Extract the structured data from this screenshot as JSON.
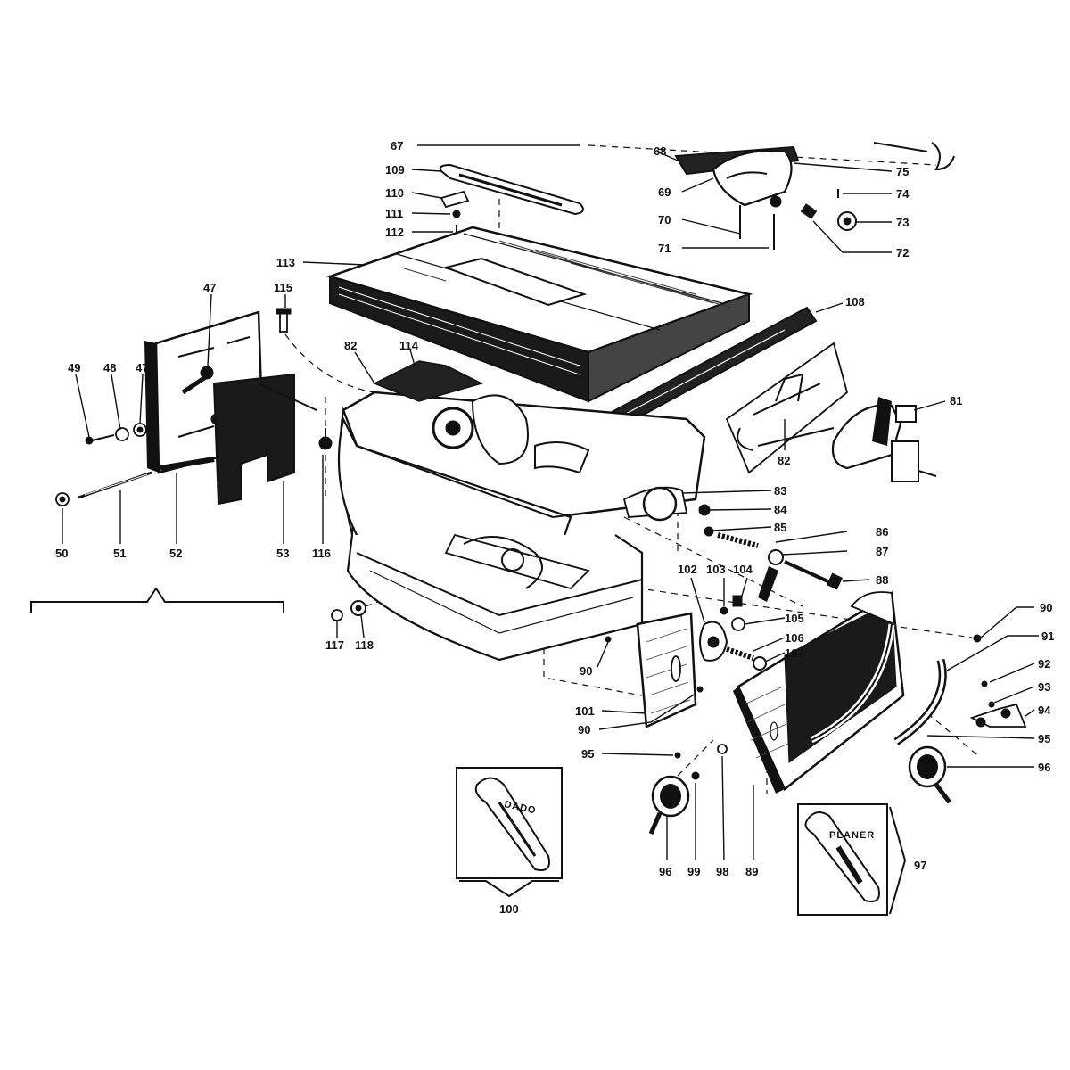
{
  "labels": {
    "l67": "67",
    "l68": "68",
    "l75": "75",
    "l109": "109",
    "l69": "69",
    "l74": "74",
    "l110": "110",
    "l111": "111",
    "l70": "70",
    "l73": "73",
    "l112": "112",
    "l71": "71",
    "l72": "72",
    "l113": "113",
    "l108": "108",
    "l115": "115",
    "l47a": "47",
    "l49": "49",
    "l48": "48",
    "l47b": "47",
    "l82a": "82",
    "l114": "114",
    "l81": "81",
    "l82b": "82",
    "l83": "83",
    "l84": "84",
    "l85": "85",
    "l86": "86",
    "l87": "87",
    "l88": "88",
    "l50": "50",
    "l51": "51",
    "l52": "52",
    "l53": "53",
    "l116": "116",
    "l102": "102",
    "l103": "103",
    "l104": "104",
    "l105": "105",
    "l106": "106",
    "l107": "107",
    "l117": "117",
    "l118": "118",
    "l90a": "90",
    "l90b": "90",
    "l91": "91",
    "l92": "92",
    "l93": "93",
    "l94": "94",
    "l101": "101",
    "l90c": "90",
    "l95a": "95",
    "l95b": "95",
    "l96a": "96",
    "l96b": "96",
    "l99": "99",
    "l98": "98",
    "l89": "89",
    "l97": "97",
    "l100": "100"
  },
  "insets": {
    "dado_caption": "DADO",
    "planer_caption": "PLANER"
  }
}
